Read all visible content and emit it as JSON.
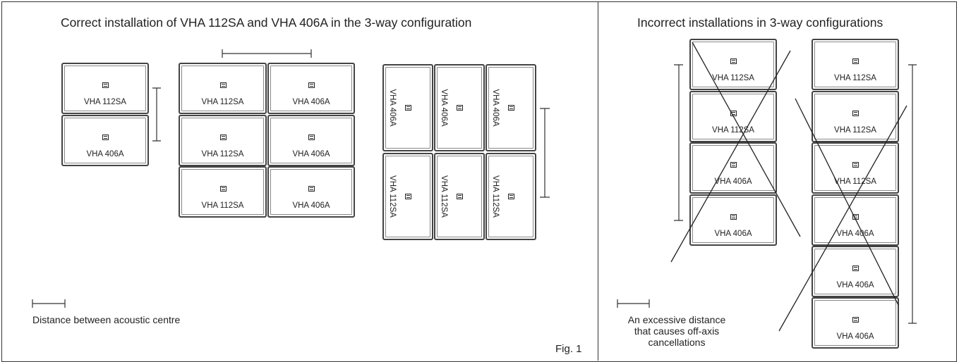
{
  "left_panel": {
    "title": "Correct installation of VHA 112SA and VHA 406A in the 3-way configuration",
    "legend_text": "Distance between acoustic centre",
    "fig_label": "Fig. 1",
    "groups": {
      "single_stack": [
        "VHA 112SA",
        "VHA 406A"
      ],
      "double_column_left": [
        "VHA 112SA",
        "VHA 112SA",
        "VHA 112SA"
      ],
      "double_column_right": [
        "VHA 406A",
        "VHA 406A",
        "VHA 406A"
      ],
      "horizontal_top": [
        "VHA 406A",
        "VHA 406A",
        "VHA 406A"
      ],
      "horizontal_bottom": [
        "VHA 112SA",
        "VHA 112SA",
        "VHA 112SA"
      ]
    }
  },
  "right_panel": {
    "title": "Incorrect installations in 3-way configurations",
    "legend_text": [
      "An excessive distance",
      "that causes off-axis",
      "cancellations"
    ],
    "stack_left": [
      "VHA 112SA",
      "VHA 112SA",
      "VHA 406A",
      "VHA 406A"
    ],
    "stack_right": [
      "VHA 112SA",
      "VHA 112SA",
      "VHA 112SA",
      "VHA 406A",
      "VHA 406A",
      "VHA 406A"
    ]
  }
}
